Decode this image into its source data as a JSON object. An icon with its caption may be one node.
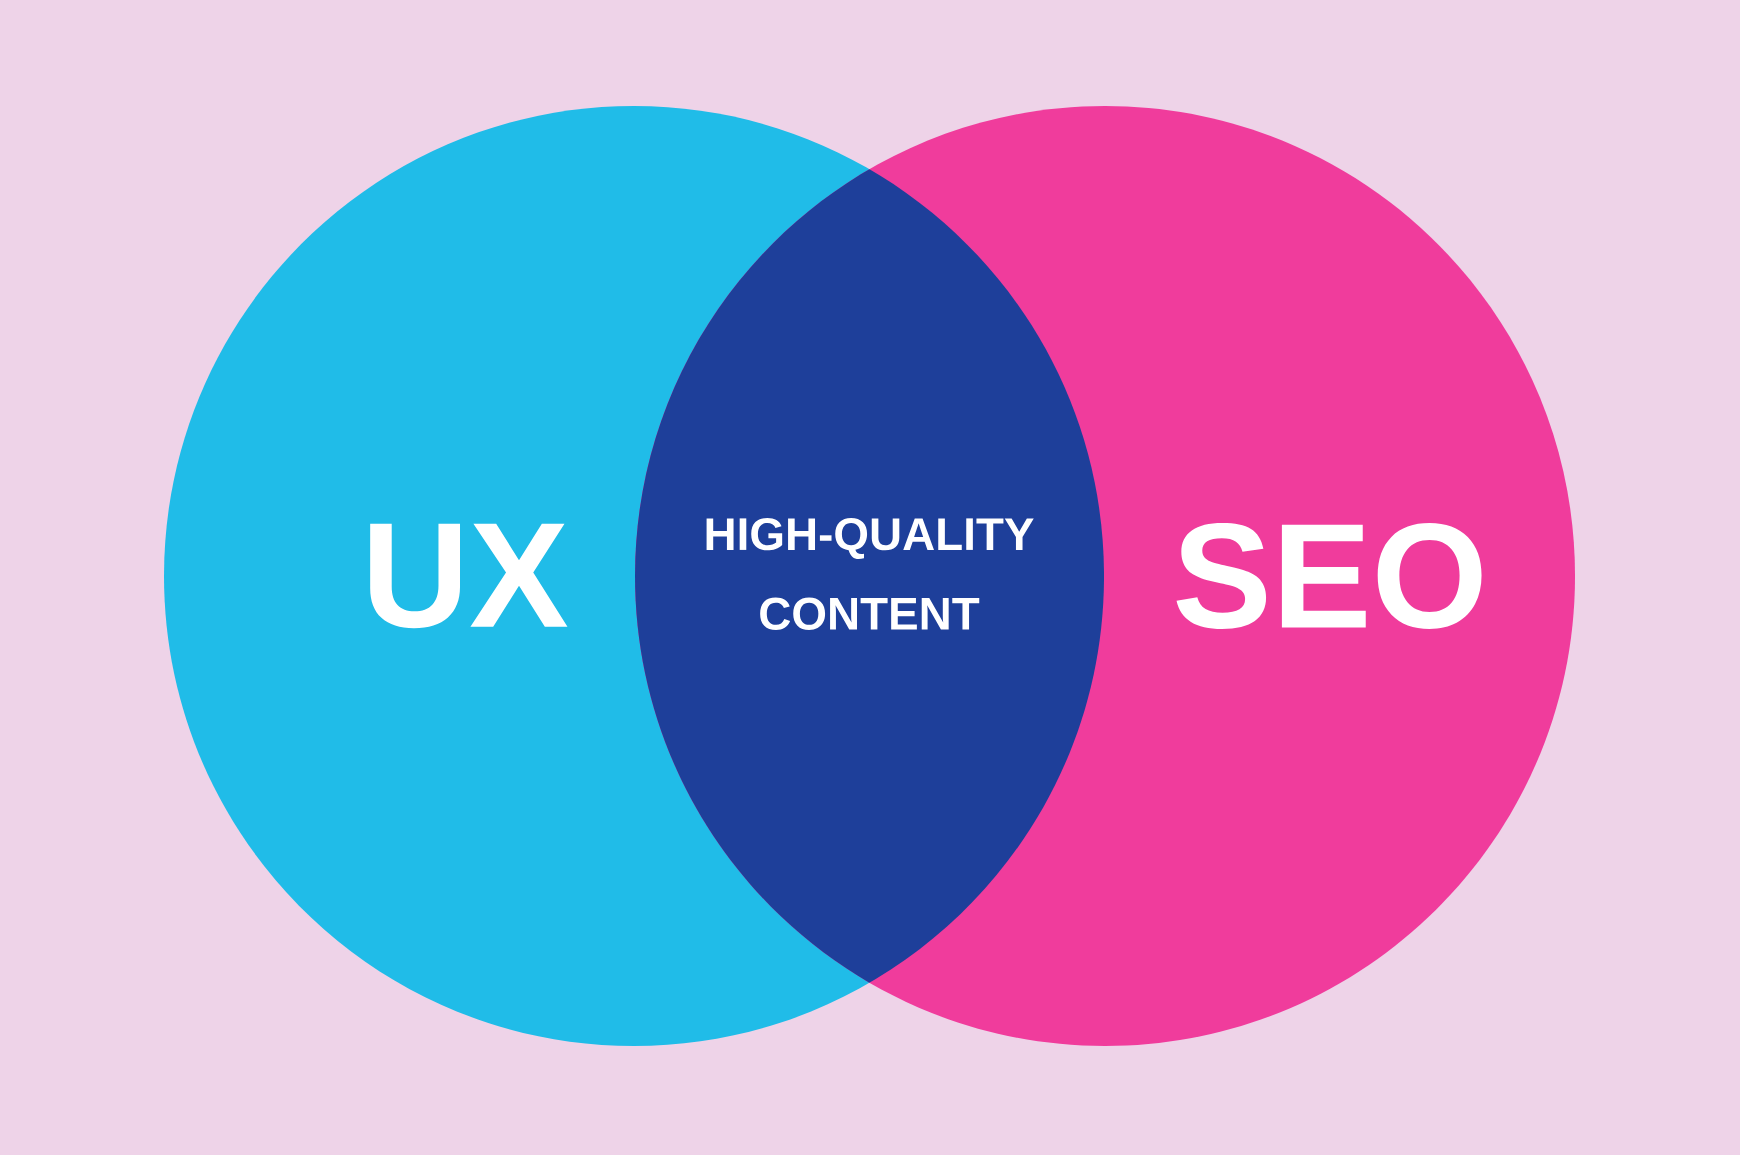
{
  "diagram": {
    "nodes": [
      {
        "text": [
          "UX"
        ]
      },
      {
        "text": [
          "SEO"
        ]
      },
      {
        "text": [
          "HIGH-QUALITY CONTENT"
        ]
      }
    ]
  }
}
